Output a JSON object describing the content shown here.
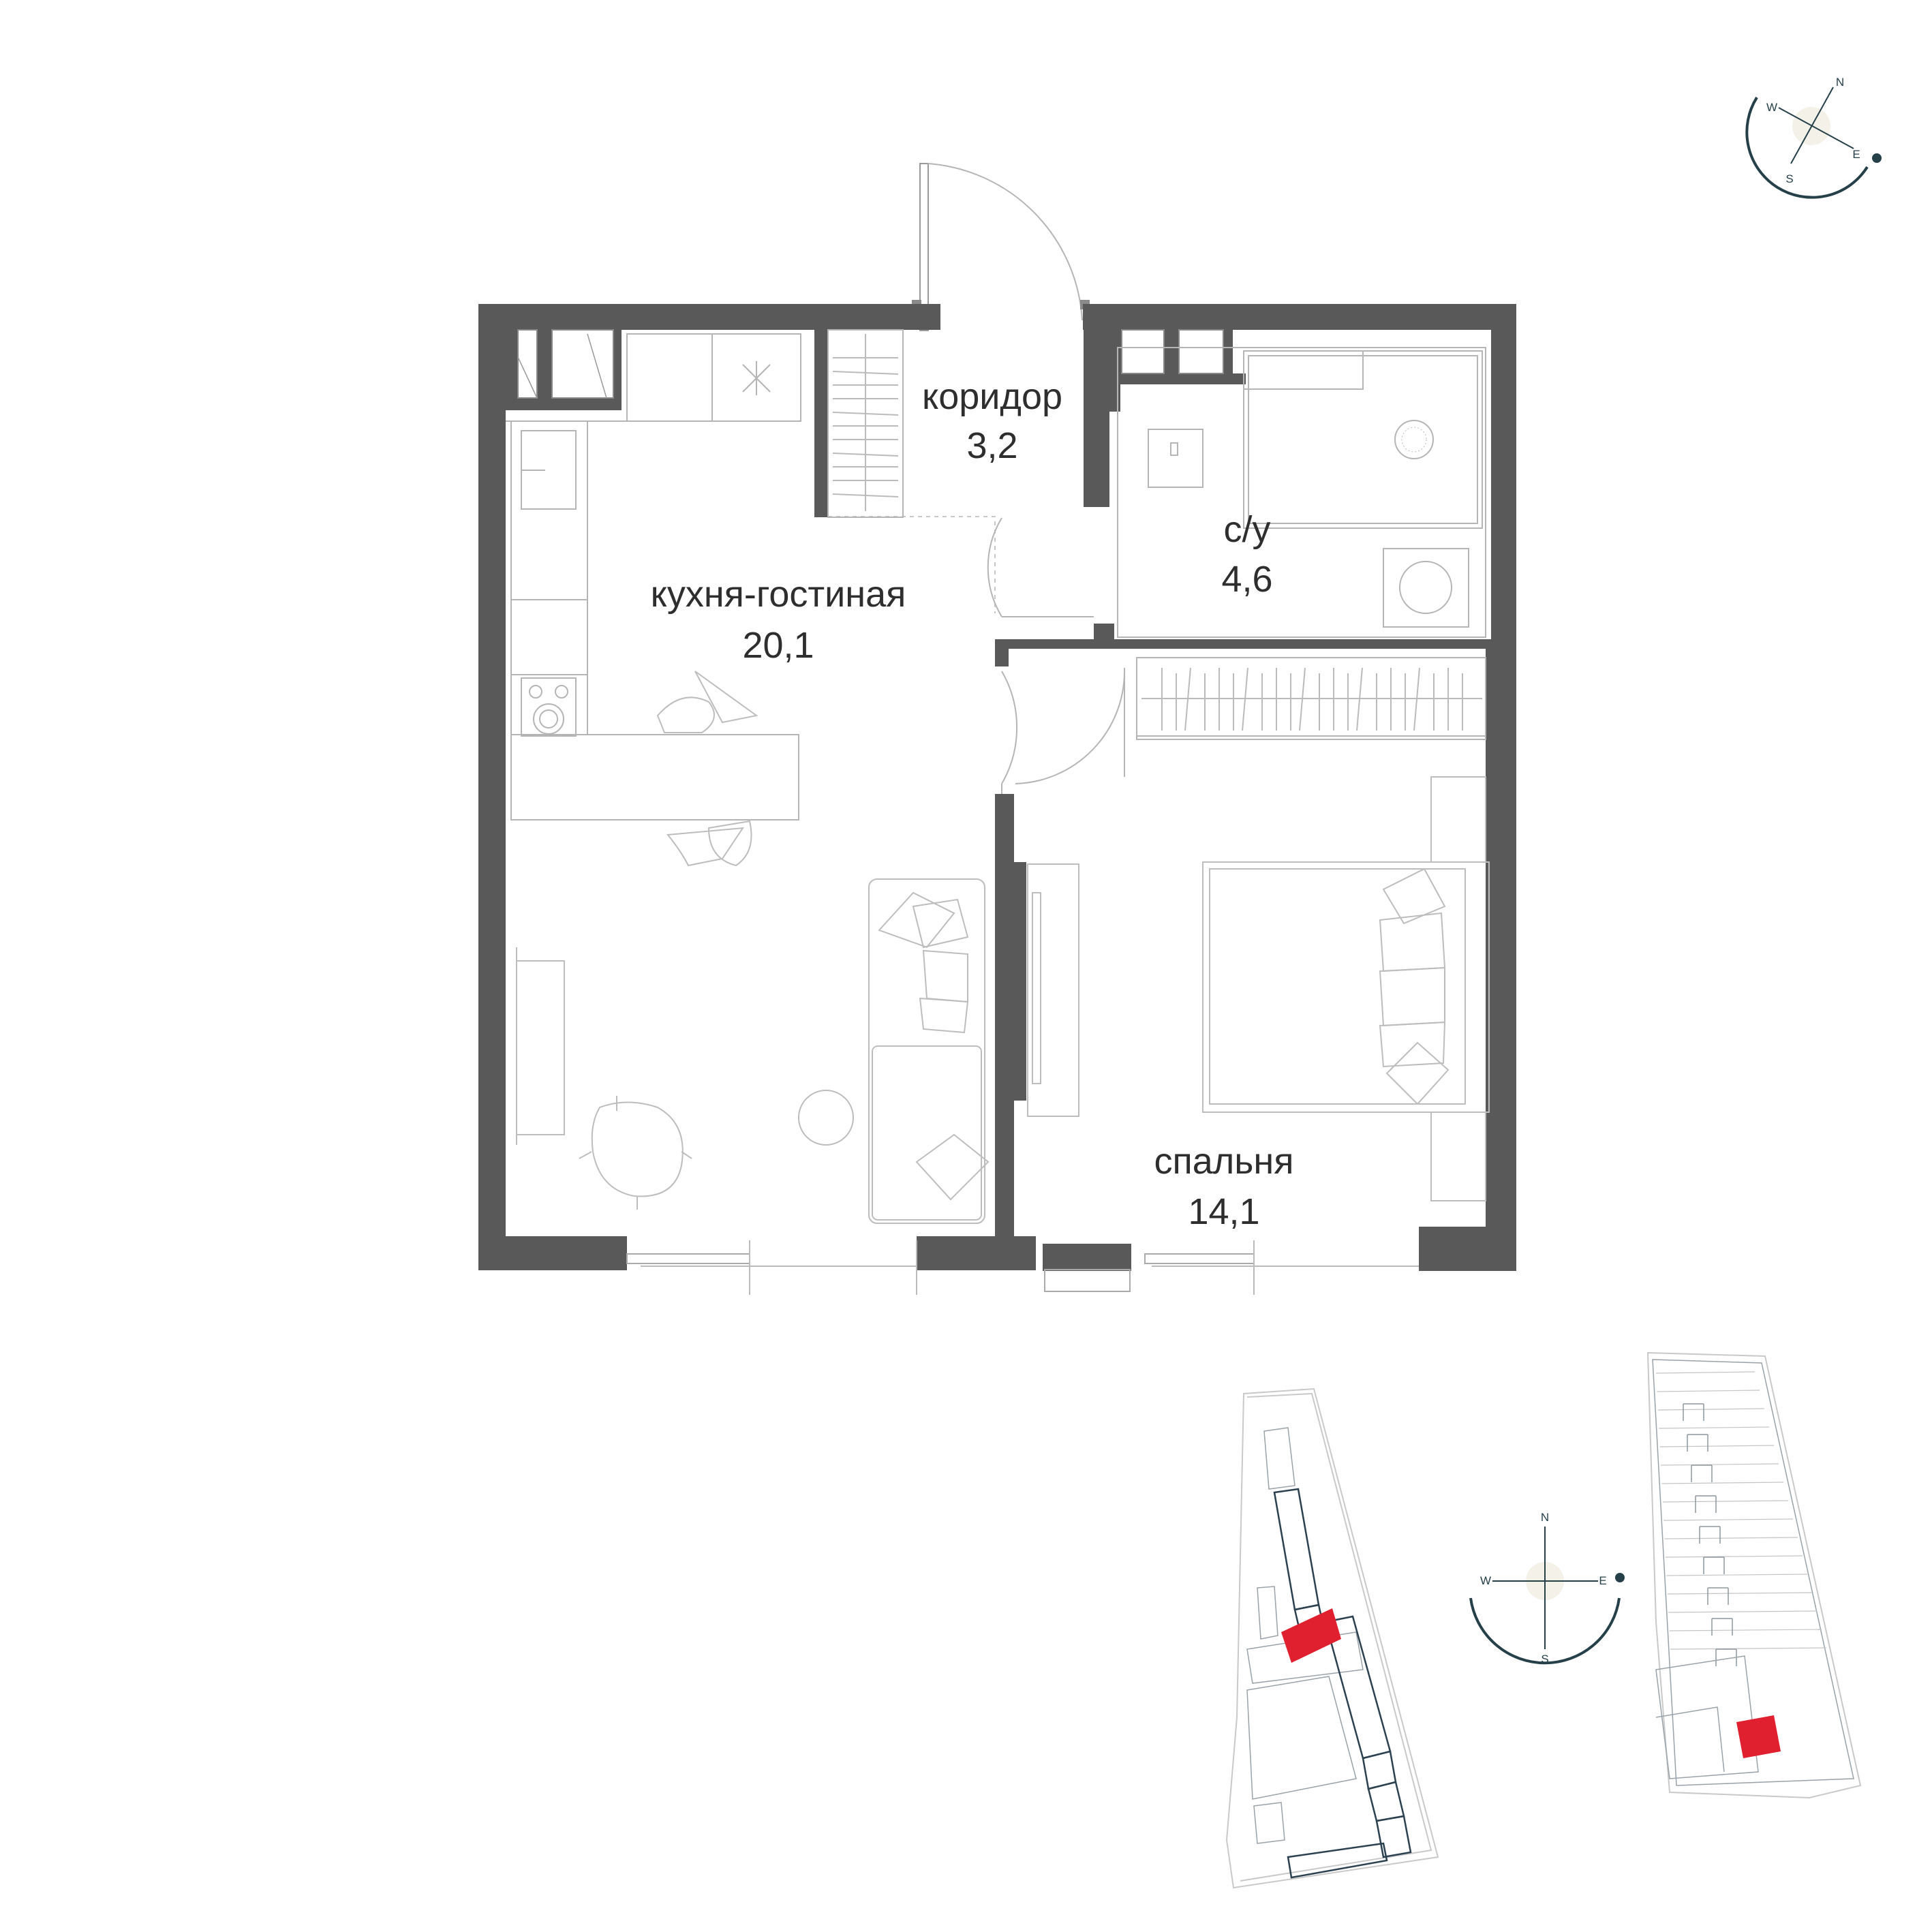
{
  "rooms": [
    {
      "name": "коридор",
      "area": "3,2"
    },
    {
      "name": "с/у",
      "area": "4,6"
    },
    {
      "name": "кухня-гостиная",
      "area": "20,1"
    },
    {
      "name": "спальня",
      "area": "14,1"
    }
  ],
  "compass": {
    "north": "N",
    "south": "S",
    "east": "E",
    "west": "W"
  },
  "colors": {
    "walls": "#595959",
    "highlight": "#e0202e",
    "compass": "#26404a",
    "text": "#2e2e2e"
  }
}
